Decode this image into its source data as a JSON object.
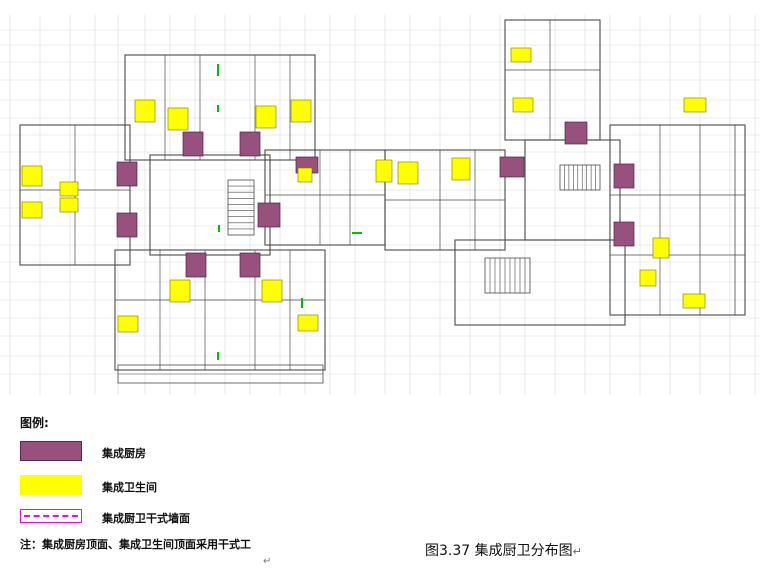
{
  "colors": {
    "kitchen": "#98507f",
    "bathroom": "#ffff00",
    "wall": "#ff00ff",
    "grid": "#d9d9d9",
    "line": "#4a4a4a",
    "dimension": "#00c000"
  },
  "legend": {
    "title": "图例:",
    "items": [
      {
        "key": "kitchen",
        "label": "集成厨房"
      },
      {
        "key": "bathroom",
        "label": "集成卫生间"
      },
      {
        "key": "wall",
        "label": "集成厨卫干式墙面"
      }
    ]
  },
  "note": "注：集成厨房顶面、集成卫生间顶面采用干式工",
  "caption": "图3.37    集成厨卫分布图",
  "icons": {
    "caption_return": "return-arrow-icon",
    "para_mark": "left-arrow-icon"
  }
}
